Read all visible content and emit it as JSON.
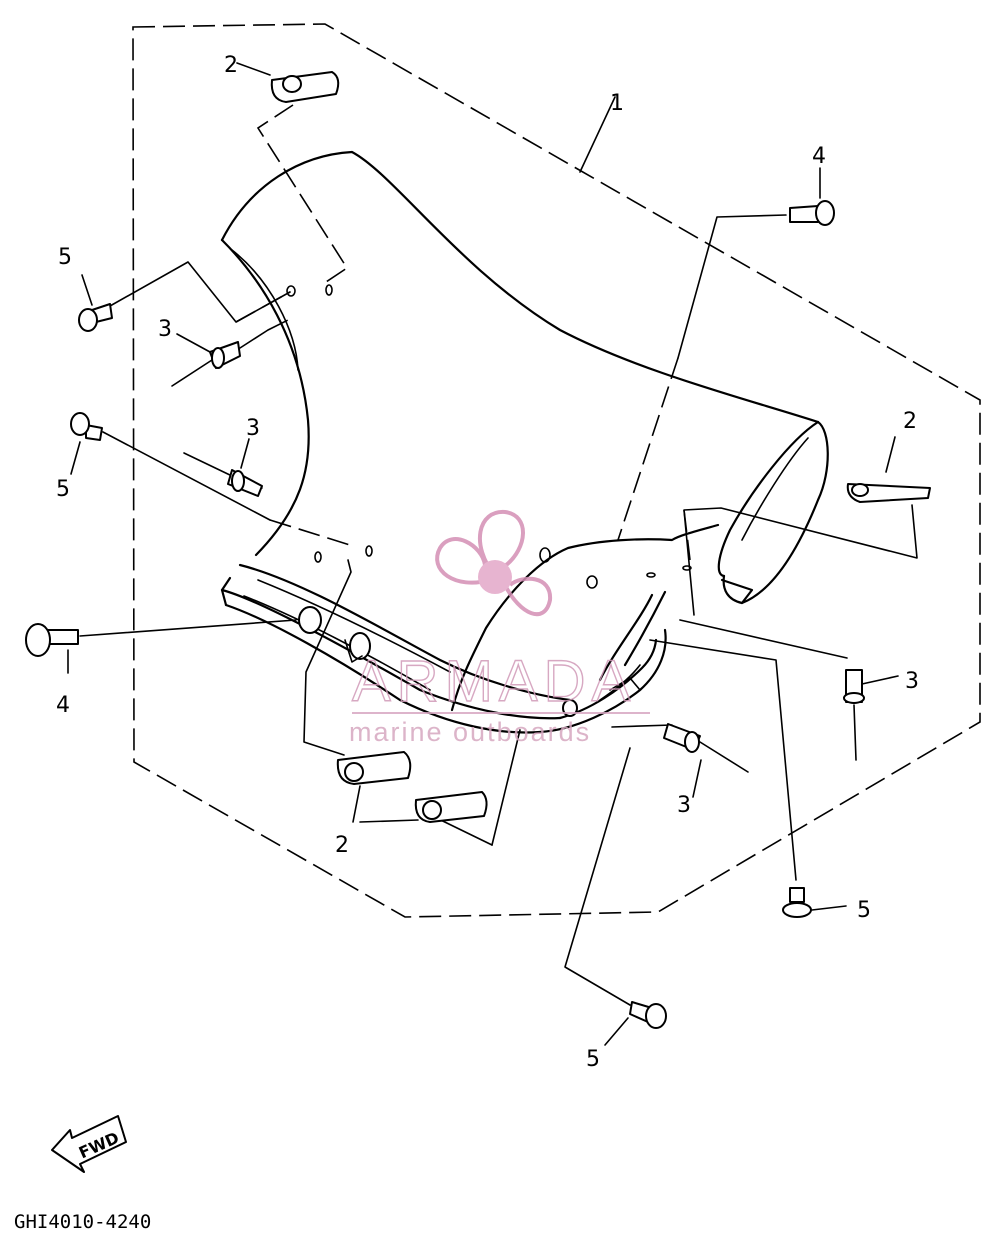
{
  "diagram": {
    "callouts": [
      {
        "id": "c1",
        "label": "1"
      },
      {
        "id": "c2a",
        "label": "2"
      },
      {
        "id": "c2b",
        "label": "2"
      },
      {
        "id": "c2c",
        "label": "2"
      },
      {
        "id": "c3a",
        "label": "3"
      },
      {
        "id": "c3b",
        "label": "3"
      },
      {
        "id": "c3c",
        "label": "3"
      },
      {
        "id": "c3d",
        "label": "3"
      },
      {
        "id": "c4a",
        "label": "4"
      },
      {
        "id": "c4b",
        "label": "4"
      },
      {
        "id": "c5a",
        "label": "5"
      },
      {
        "id": "c5b",
        "label": "5"
      },
      {
        "id": "c5c",
        "label": "5"
      },
      {
        "id": "c5d",
        "label": "5"
      }
    ],
    "fwd_label": "FWD",
    "drawing_code": "GHI4010-4240"
  },
  "watermark": {
    "brand": "ARMADA",
    "tagline": "marine outboards",
    "color": "#e0a6c6"
  },
  "colors": {
    "ink": "#000000",
    "background": "#ffffff"
  }
}
